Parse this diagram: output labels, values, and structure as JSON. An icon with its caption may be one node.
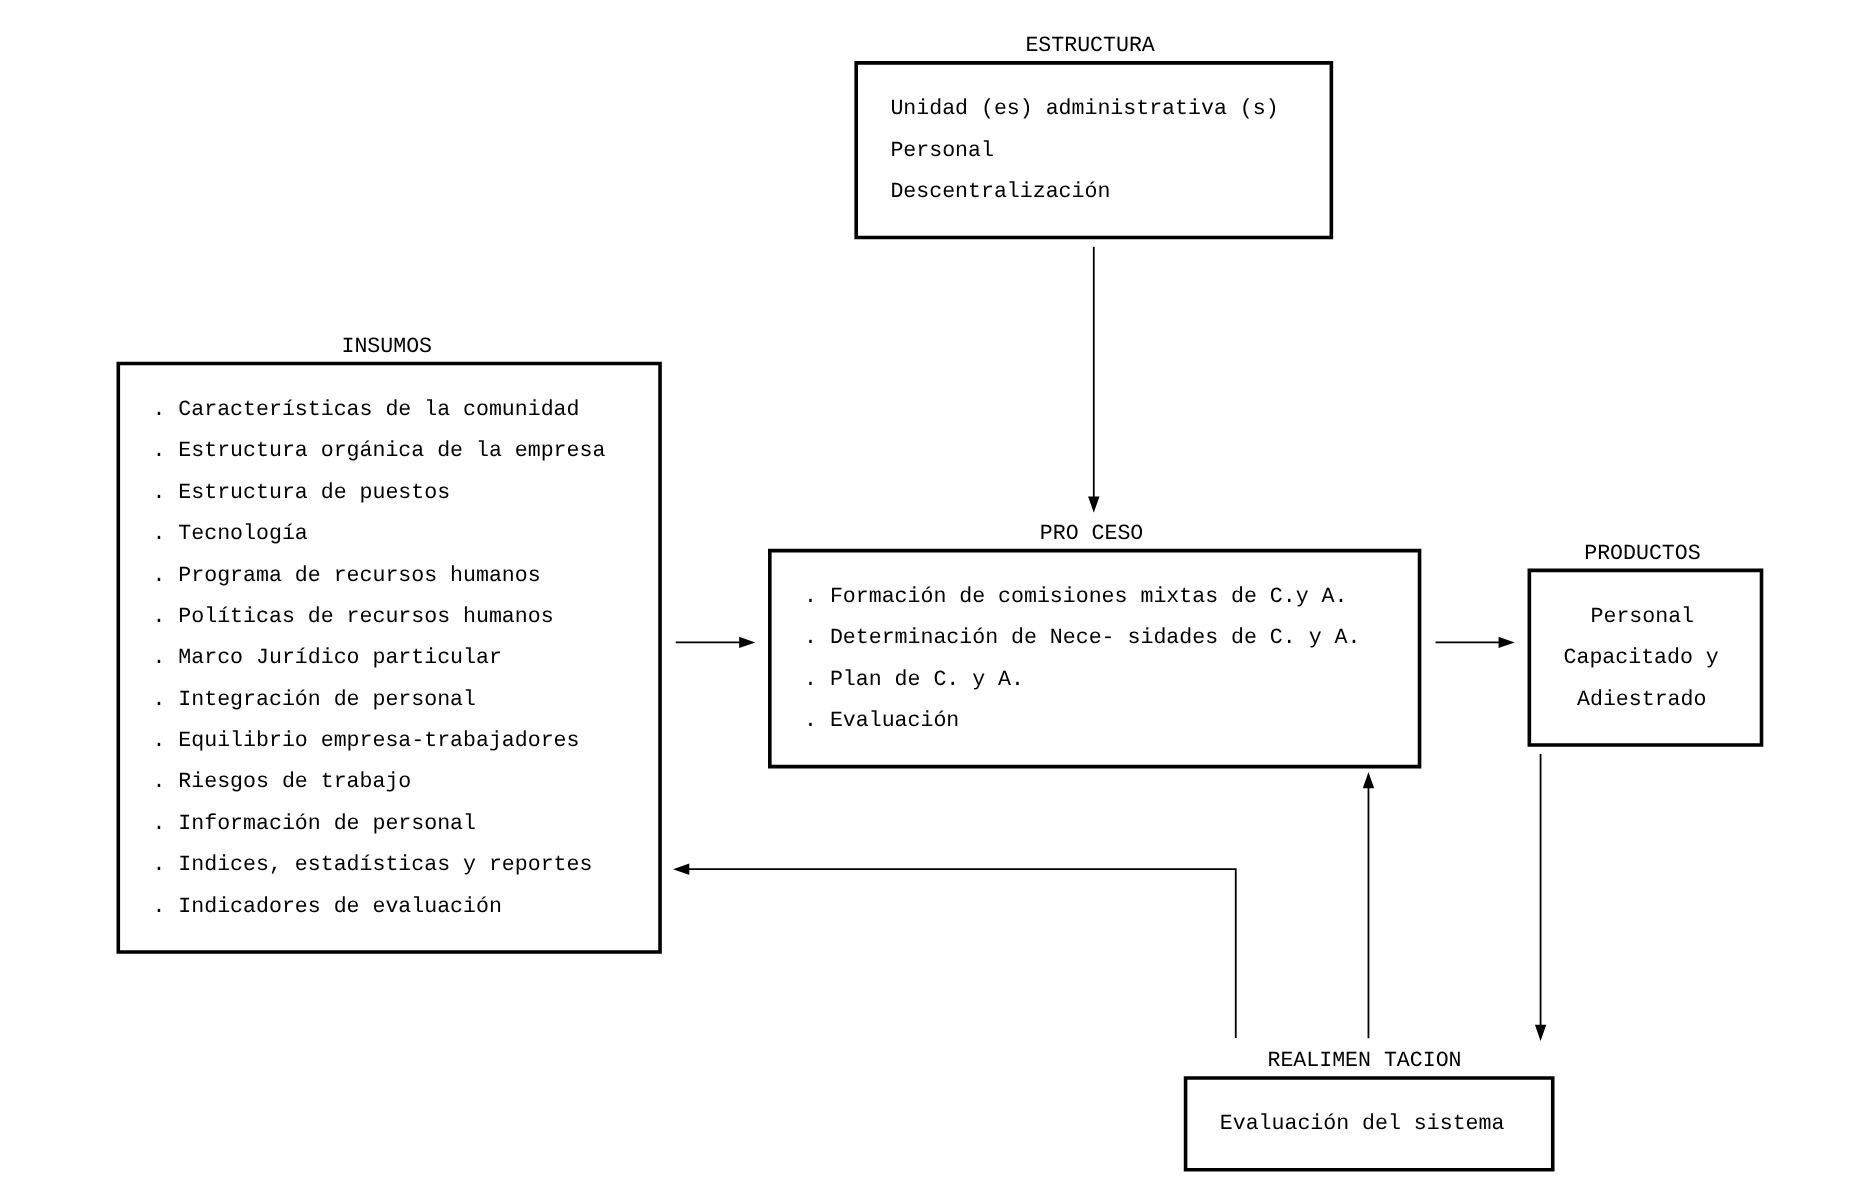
{
  "diagram": {
    "nodes": [
      {
        "text": [
          "INSUMOS",
          ". Características de la comunidad",
          ". Estructura orgánica de la empresa",
          ". Estructura de puestos",
          ". Tecnología",
          ". Programa de recursos humanos",
          ". Políticas de recursos humanos",
          ". Marco Jurídico particular",
          ". Integración de personal",
          ". Equilibrio empresa-trabajadores",
          ". Riesgos de trabajo",
          ". Información de personal",
          ". Indices, estadísticas y reportes",
          ". Indicadores de evaluación"
        ]
      },
      {
        "text": [
          "ESTRUCTURA",
          "Unidad (es) administrativa (s)",
          "Personal",
          "Descentralización"
        ]
      },
      {
        "text": [
          "PRO CESO",
          ". Formación de comisiones mixtas de C.y A.",
          ". Determinación de Nece- sidades de C. y A.",
          ". Plan de C. y A.",
          ". Evaluación"
        ]
      },
      {
        "text": [
          "PRODUCTOS",
          "Personal",
          "Capacitado y",
          "Adiestrado"
        ]
      },
      {
        "text": [
          "REALIMEN TACION",
          "Evaluación del sistema"
        ]
      }
    ],
    "edges": [
      {
        "from": 1,
        "to": 2,
        "arrow": "to"
      },
      {
        "from": 0,
        "to": 2,
        "arrow": "to"
      },
      {
        "from": 2,
        "to": 3,
        "arrow": "to"
      },
      {
        "from": 3,
        "to": 4,
        "arrow": "to"
      },
      {
        "from": 4,
        "to": 0,
        "arrow": "to"
      },
      {
        "from": 4,
        "to": 2,
        "arrow": "to"
      }
    ]
  }
}
